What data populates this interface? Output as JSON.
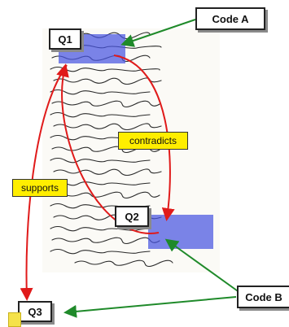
{
  "labels": {
    "q1": "Q1",
    "q2": "Q2",
    "q3": "Q3",
    "code_a": "Code A",
    "code_b": "Code B"
  },
  "relations": {
    "contradicts": "contradicts",
    "supports": "supports"
  },
  "colors": {
    "highlight": "#4854e0",
    "relation_arrow": "#e01a1a",
    "code_arrow": "#1f8a2a",
    "relation_label_bg": "#ffee00"
  }
}
